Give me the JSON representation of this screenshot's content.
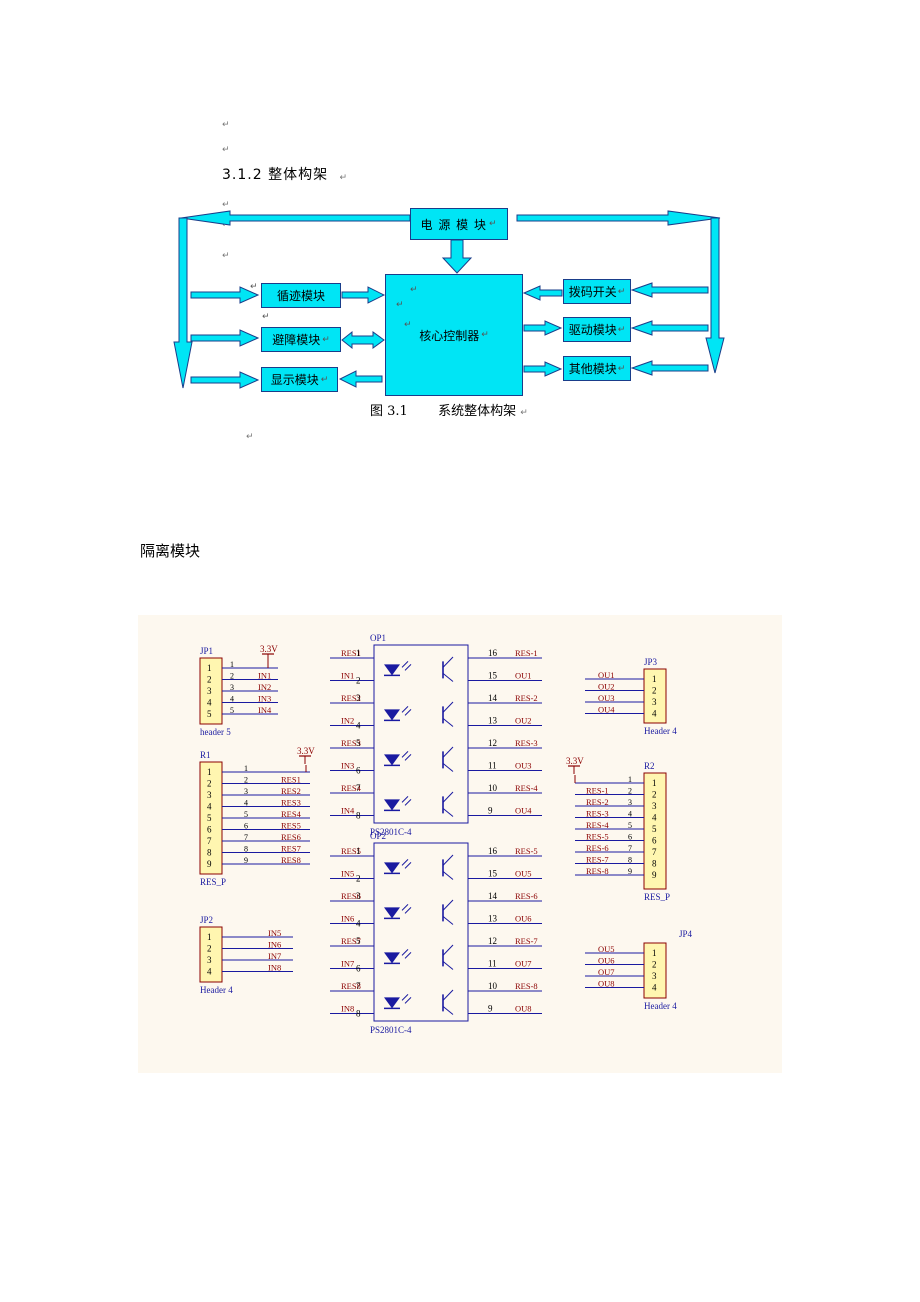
{
  "doc": {
    "para_mark": "↵",
    "heading": "3.1.2 整体构架",
    "caption_fig": "图 3.1",
    "caption_text": "系统整体构架",
    "section_title": "隔离模块"
  },
  "diagram": {
    "power": "电 源 模 块",
    "controller": "核心控制器",
    "tracking": "循迹模块",
    "avoid": "避障模块",
    "display": "显示模块",
    "dip": "拨码开关",
    "drive": "驱动模块",
    "other": "其他模块"
  },
  "schematic": {
    "jp1": {
      "ref": "JP1",
      "name": "header 5",
      "pins": [
        "1",
        "2",
        "3",
        "4",
        "5"
      ],
      "nets": [
        "3.3V",
        "IN1",
        "IN2",
        "IN3",
        "IN4"
      ]
    },
    "r1": {
      "ref": "R1",
      "name": "RES_P",
      "pins": [
        "1",
        "2",
        "3",
        "4",
        "5",
        "6",
        "7",
        "8",
        "9"
      ],
      "nets": [
        "3.3V",
        "RES1",
        "RES2",
        "RES3",
        "RES4",
        "RES5",
        "RES6",
        "RES7",
        "RES8"
      ]
    },
    "jp2": {
      "ref": "JP2",
      "name": "Header 4",
      "pins": [
        "1",
        "2",
        "3",
        "4"
      ],
      "nets": [
        "IN5",
        "IN6",
        "IN7",
        "IN8"
      ]
    },
    "op1": {
      "ref": "OP1",
      "name": "PS2801C-4",
      "left_nets": [
        "RES1",
        "IN1",
        "RES2",
        "IN2",
        "RES3",
        "IN3",
        "RES4",
        "IN4"
      ],
      "left_pins": [
        "1",
        "2",
        "3",
        "4",
        "5",
        "6",
        "7",
        "8"
      ],
      "right_pins": [
        "16",
        "15",
        "14",
        "13",
        "12",
        "11",
        "10",
        "9"
      ],
      "right_nets": [
        "RES-1",
        "OU1",
        "RES-2",
        "OU2",
        "RES-3",
        "OU3",
        "RES-4",
        "OU4"
      ]
    },
    "op2": {
      "ref": "OP2",
      "name": "PS2801C-4",
      "left_nets": [
        "RES5",
        "IN5",
        "RES6",
        "IN6",
        "RES7",
        "IN7",
        "RES8",
        "IN8"
      ],
      "left_pins": [
        "1",
        "2",
        "3",
        "4",
        "5",
        "6",
        "7",
        "8"
      ],
      "right_pins": [
        "16",
        "15",
        "14",
        "13",
        "12",
        "11",
        "10",
        "9"
      ],
      "right_nets": [
        "RES-5",
        "OU5",
        "RES-6",
        "OU6",
        "RES-7",
        "OU7",
        "RES-8",
        "OU8"
      ]
    },
    "jp3": {
      "ref": "JP3",
      "name": "Header 4",
      "pins": [
        "1",
        "2",
        "3",
        "4"
      ],
      "nets": [
        "OU1",
        "OU2",
        "OU3",
        "OU4"
      ]
    },
    "r2": {
      "ref": "R2",
      "name": "RES_P",
      "pins": [
        "1",
        "2",
        "3",
        "4",
        "5",
        "6",
        "7",
        "8",
        "9"
      ],
      "nets": [
        "3.3V",
        "RES-1",
        "RES-2",
        "RES-3",
        "RES-4",
        "RES-5",
        "RES-6",
        "RES-7",
        "RES-8"
      ]
    },
    "jp4": {
      "ref": "JP4",
      "name": "Header 4",
      "pins": [
        "1",
        "2",
        "3",
        "4"
      ],
      "nets": [
        "OU5",
        "OU6",
        "OU7",
        "OU8"
      ]
    }
  },
  "colors": {
    "box_fill": "#00e5f5",
    "box_border": "#1a3d8a",
    "wire": "#1a1aa0",
    "net_label": "#8b0000",
    "comp_fill": "#fff6b0",
    "comp_border": "#8b0000"
  }
}
